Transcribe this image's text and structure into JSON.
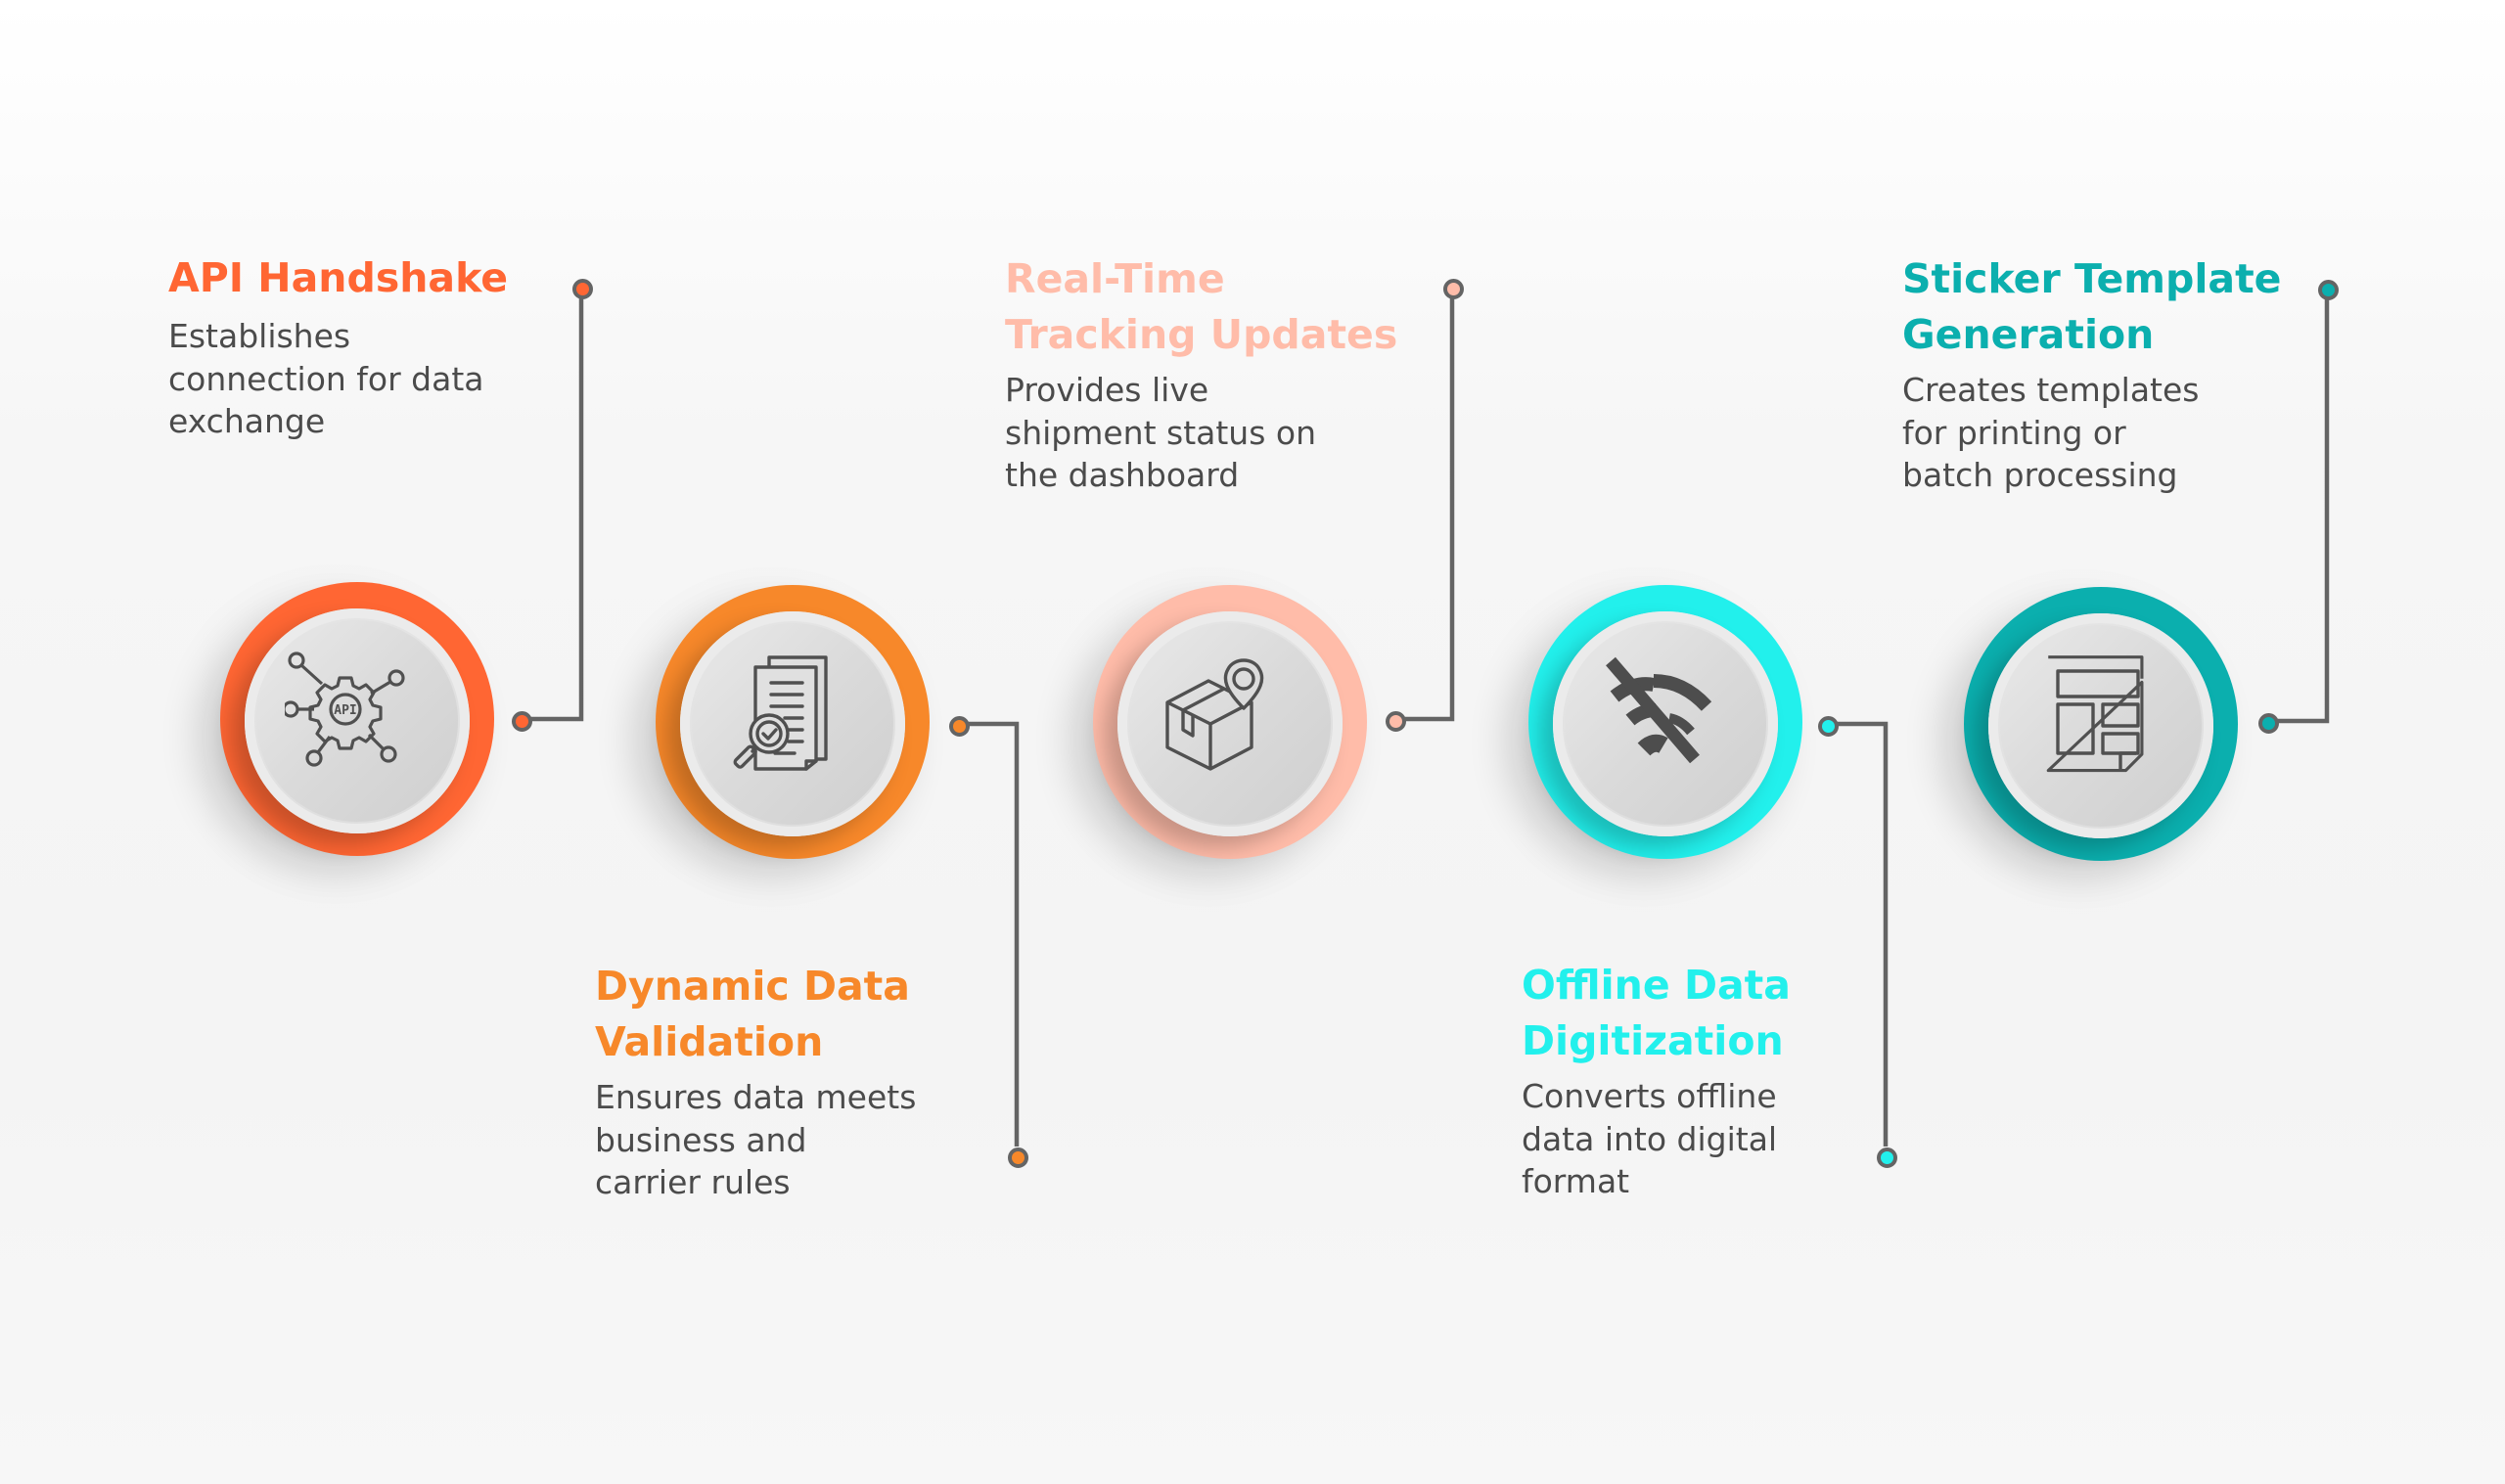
{
  "colors": {
    "step1": "#FF6633",
    "step2": "#F7882A",
    "step3": "#FFBCA9",
    "step4": "#22F0EC",
    "step5": "#0BAFAE",
    "text": "#4b4b4b",
    "connector": "#646464"
  },
  "steps": [
    {
      "title_lines": [
        "API Handshake"
      ],
      "desc_lines": [
        "Establishes",
        "connection for data",
        "exchange"
      ],
      "icon": "api-gear-network-icon",
      "position": "top"
    },
    {
      "title_lines": [
        "Dynamic Data",
        "Validation"
      ],
      "desc_lines": [
        "Ensures data meets",
        "business and",
        "carrier rules"
      ],
      "icon": "document-magnifier-check-icon",
      "position": "bottom"
    },
    {
      "title_lines": [
        "Real-Time",
        "Tracking Updates"
      ],
      "desc_lines": [
        "Provides live",
        "shipment status on",
        "the dashboard"
      ],
      "icon": "package-location-pin-icon",
      "position": "top"
    },
    {
      "title_lines": [
        "Offline Data",
        "Digitization"
      ],
      "desc_lines": [
        "Converts offline",
        "data into digital",
        "format"
      ],
      "icon": "wifi-off-icon",
      "position": "bottom"
    },
    {
      "title_lines": [
        "Sticker Template",
        "Generation"
      ],
      "desc_lines": [
        "Creates templates",
        "for printing or",
        "batch processing"
      ],
      "icon": "layout-template-sheet-icon",
      "position": "top"
    }
  ]
}
